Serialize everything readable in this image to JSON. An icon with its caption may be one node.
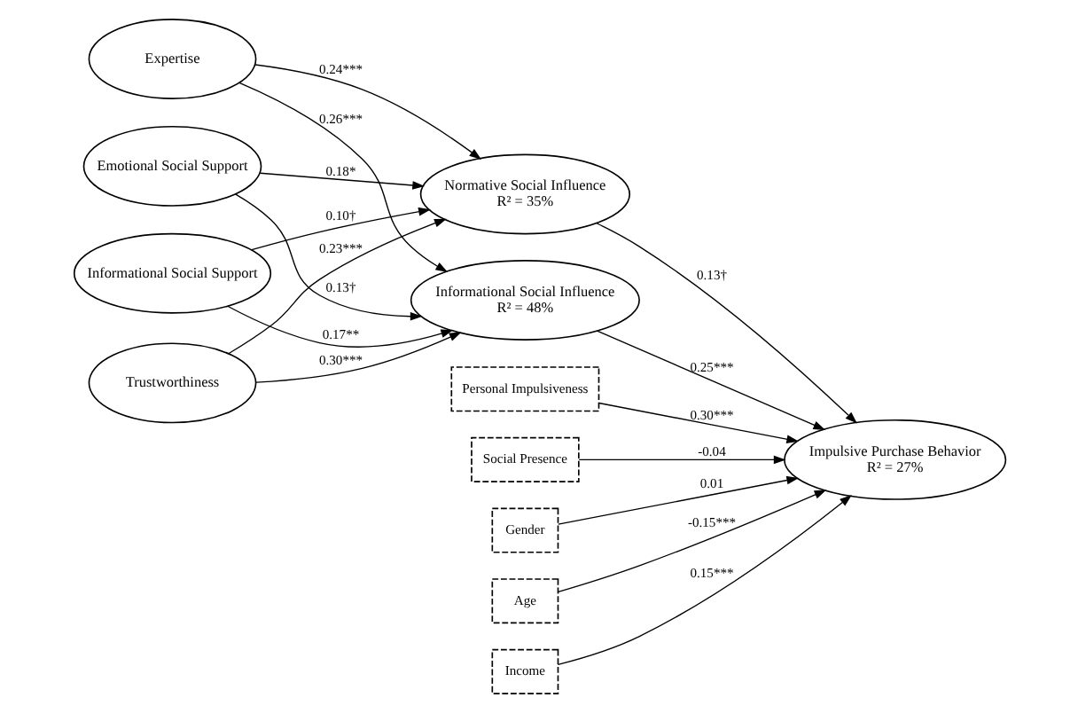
{
  "diagram": {
    "nodes": [
      {
        "text": [
          "Expertise"
        ]
      },
      {
        "text": [
          "Trustworthiness"
        ]
      },
      {
        "text": [
          "Informational Social Support"
        ]
      },
      {
        "text": [
          "Emotional Social Support"
        ]
      },
      {
        "text": [
          "Informational Social Influence",
          "R² = 48%"
        ]
      },
      {
        "text": [
          "Normative Social Influence",
          "R² = 35%"
        ]
      },
      {
        "text": [
          "Impulsive Purchase Behavior",
          "R² = 27%"
        ]
      },
      {
        "text": [
          "Personal Impulsiveness"
        ]
      },
      {
        "text": [
          "Social Presence"
        ]
      },
      {
        "text": [
          "Gender"
        ]
      },
      {
        "text": [
          "Age"
        ]
      },
      {
        "text": [
          "Income"
        ]
      }
    ],
    "edges": [
      {
        "from": 0,
        "to": 4,
        "arrow": "to",
        "label": "0.26***"
      },
      {
        "from": 0,
        "to": 5,
        "arrow": "to",
        "label": "0.24***"
      },
      {
        "from": 1,
        "to": 4,
        "arrow": "to",
        "label": "0.30***"
      },
      {
        "from": 1,
        "to": 5,
        "arrow": "to",
        "label": "0.23***"
      },
      {
        "from": 2,
        "to": 4,
        "arrow": "to",
        "label": "0.17**"
      },
      {
        "from": 2,
        "to": 5,
        "arrow": "to",
        "label": "0.10†"
      },
      {
        "from": 3,
        "to": 4,
        "arrow": "to",
        "label": "0.13†"
      },
      {
        "from": 3,
        "to": 5,
        "arrow": "to",
        "label": "0.18*"
      },
      {
        "from": 4,
        "to": 6,
        "arrow": "to",
        "label": "0.25***"
      },
      {
        "from": 5,
        "to": 6,
        "arrow": "to",
        "label": "0.13†"
      },
      {
        "from": 7,
        "to": 6,
        "arrow": "to",
        "label": "0.30***"
      },
      {
        "from": 8,
        "to": 6,
        "arrow": "to",
        "label": "-0.04"
      },
      {
        "from": 9,
        "to": 6,
        "arrow": "to",
        "label": "0.01"
      },
      {
        "from": 10,
        "to": 6,
        "arrow": "to",
        "label": "-0.15***"
      },
      {
        "from": 11,
        "to": 6,
        "arrow": "to",
        "label": "0.15***"
      }
    ]
  }
}
